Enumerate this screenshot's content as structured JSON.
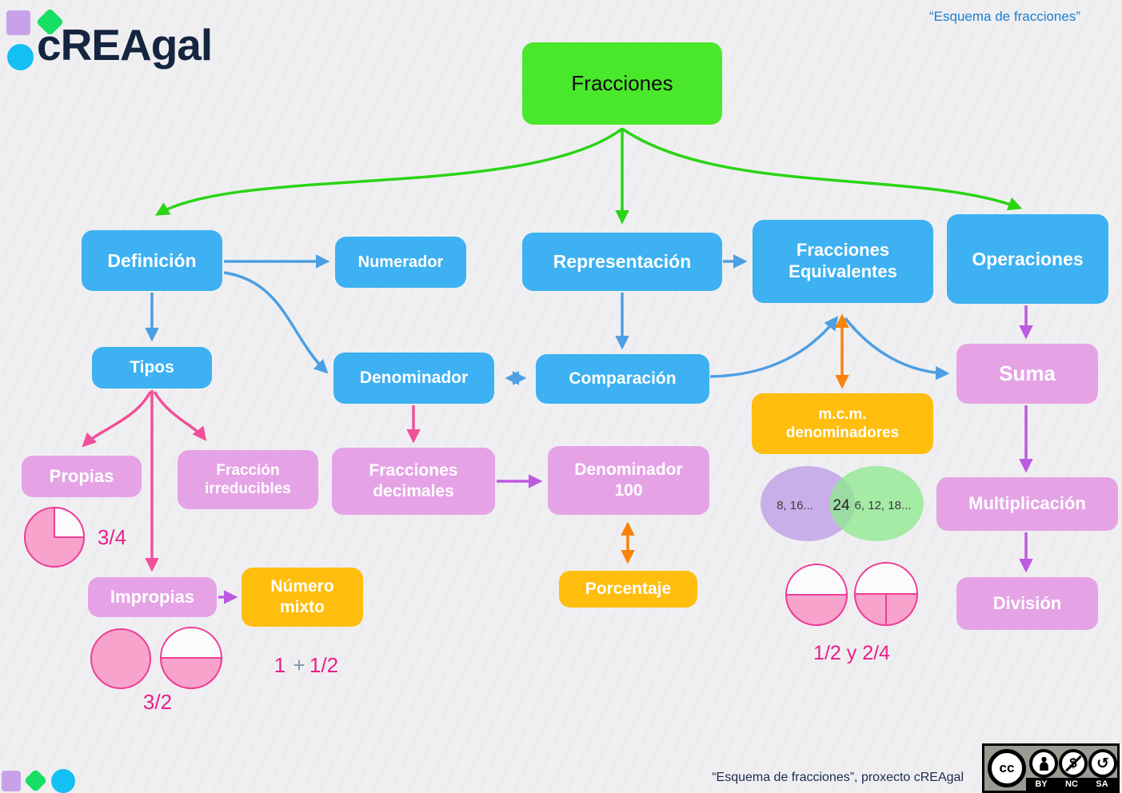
{
  "header": {
    "logo_text": "cREAgal",
    "quote": "“Esquema de fracciones”"
  },
  "nodes": {
    "fracciones": {
      "label": "Fracciones"
    },
    "definicion": {
      "label": "Definición"
    },
    "numerador": {
      "label": "Numerador"
    },
    "representacion": {
      "label": "Representación"
    },
    "fracciones_equivalentes": {
      "label": "Fracciones Equivalentes"
    },
    "operaciones": {
      "label": "Operaciones"
    },
    "tipos": {
      "label": "Tipos"
    },
    "denominador": {
      "label": "Denominador"
    },
    "comparacion": {
      "label": "Comparación"
    },
    "propias": {
      "label": "Propias"
    },
    "fraccion_irreducibles": {
      "label": "Fracción irreducibles"
    },
    "fracciones_decimales": {
      "label": "Fracciones decimales"
    },
    "denominador_100": {
      "label": "Denominador 100"
    },
    "mcm_denominadores": {
      "label": "m.c.m. denominadores"
    },
    "impropias": {
      "label": "Impropias"
    },
    "numero_mixto": {
      "label": "Número mixto"
    },
    "porcentaje": {
      "label": "Porcentaje"
    },
    "suma": {
      "label": "Suma"
    },
    "multiplicacion": {
      "label": "Multiplicación"
    },
    "division": {
      "label": "División"
    }
  },
  "annotations": {
    "propias_fraction": "3/4",
    "impropias_fraction": "3/2",
    "mixed_number_left": "1",
    "mixed_number_op": "+",
    "mixed_number_right": "1/2",
    "equivalent_fractions": "1/2 y 2/4"
  },
  "venn": {
    "left_set": "8, 16...",
    "intersection": "24",
    "right_set": "6, 12, 18..."
  },
  "footer": {
    "caption": "“Esquema de fracciones”, proxecto cREAgal",
    "license": {
      "cc_label": "cc",
      "nc_symbol": "$",
      "sa_symbol": "↺",
      "labels": [
        "BY",
        "NC",
        "SA"
      ]
    }
  },
  "colors": {
    "node_blue": "#3DB1F2",
    "node_pink": "#E5A3E6",
    "node_orange": "#FFBE0D",
    "node_green": "#49E82B",
    "arrow_green": "#2BD415",
    "arrow_blue": "#4D9FE3",
    "arrow_pink": "#F0509A",
    "arrow_purple": "#BE5AE0",
    "arrow_orange": "#F8820B",
    "pie_fill": "#F7A3CB",
    "pie_stroke": "#EE3D97",
    "annotation_pink": "#EA1F8A",
    "venn_purple": "#C9AFE9",
    "venn_green": "#8FE88F"
  }
}
